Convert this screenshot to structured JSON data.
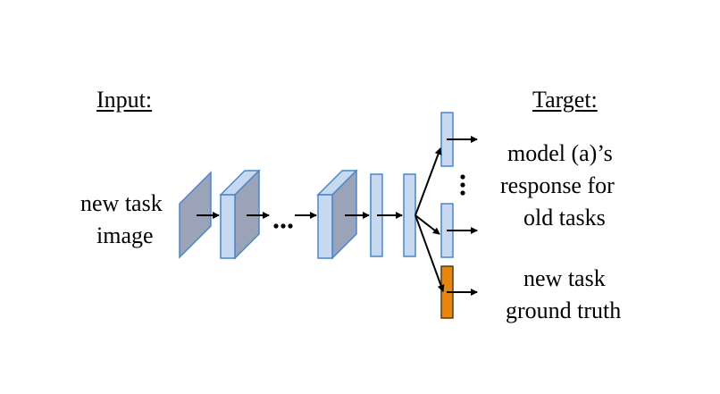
{
  "input": {
    "heading": "Input:",
    "line1": "new task",
    "line2": "image"
  },
  "target": {
    "heading": "Target:",
    "old_line1": "model (a)’s",
    "old_line2": "response for",
    "old_line3": "old tasks",
    "new_line1": "new task",
    "new_line2": "ground truth"
  },
  "colors": {
    "layer_fill": "#c6d9f1",
    "layer_stroke": "#4a86c8",
    "dark_face": "#9aa3b8",
    "new_task_head": "#e8850c",
    "arrow": "#000000"
  }
}
